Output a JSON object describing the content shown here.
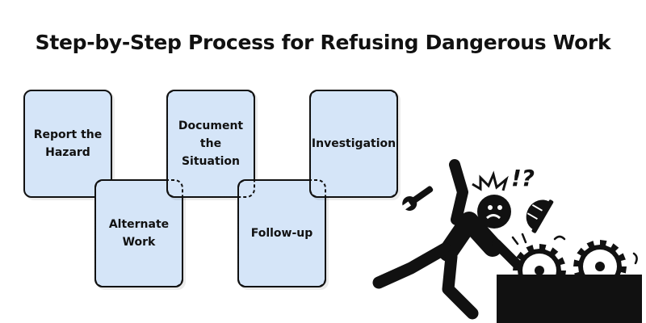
{
  "title": "Step-by-Step Process for Refusing Dangerous Work",
  "steps": [
    "Report the\nHazard",
    "Alternate\nWork",
    "Document\nthe\nSituation",
    "Follow-up",
    "Investigation"
  ],
  "illustration": {
    "exclaim_text": "!?",
    "icons": [
      "wrench-icon",
      "gear-icon",
      "hard-hat-icon",
      "falling-worker-icon"
    ]
  },
  "colors": {
    "box_fill": "#d5e5f8",
    "box_border": "#111111"
  }
}
